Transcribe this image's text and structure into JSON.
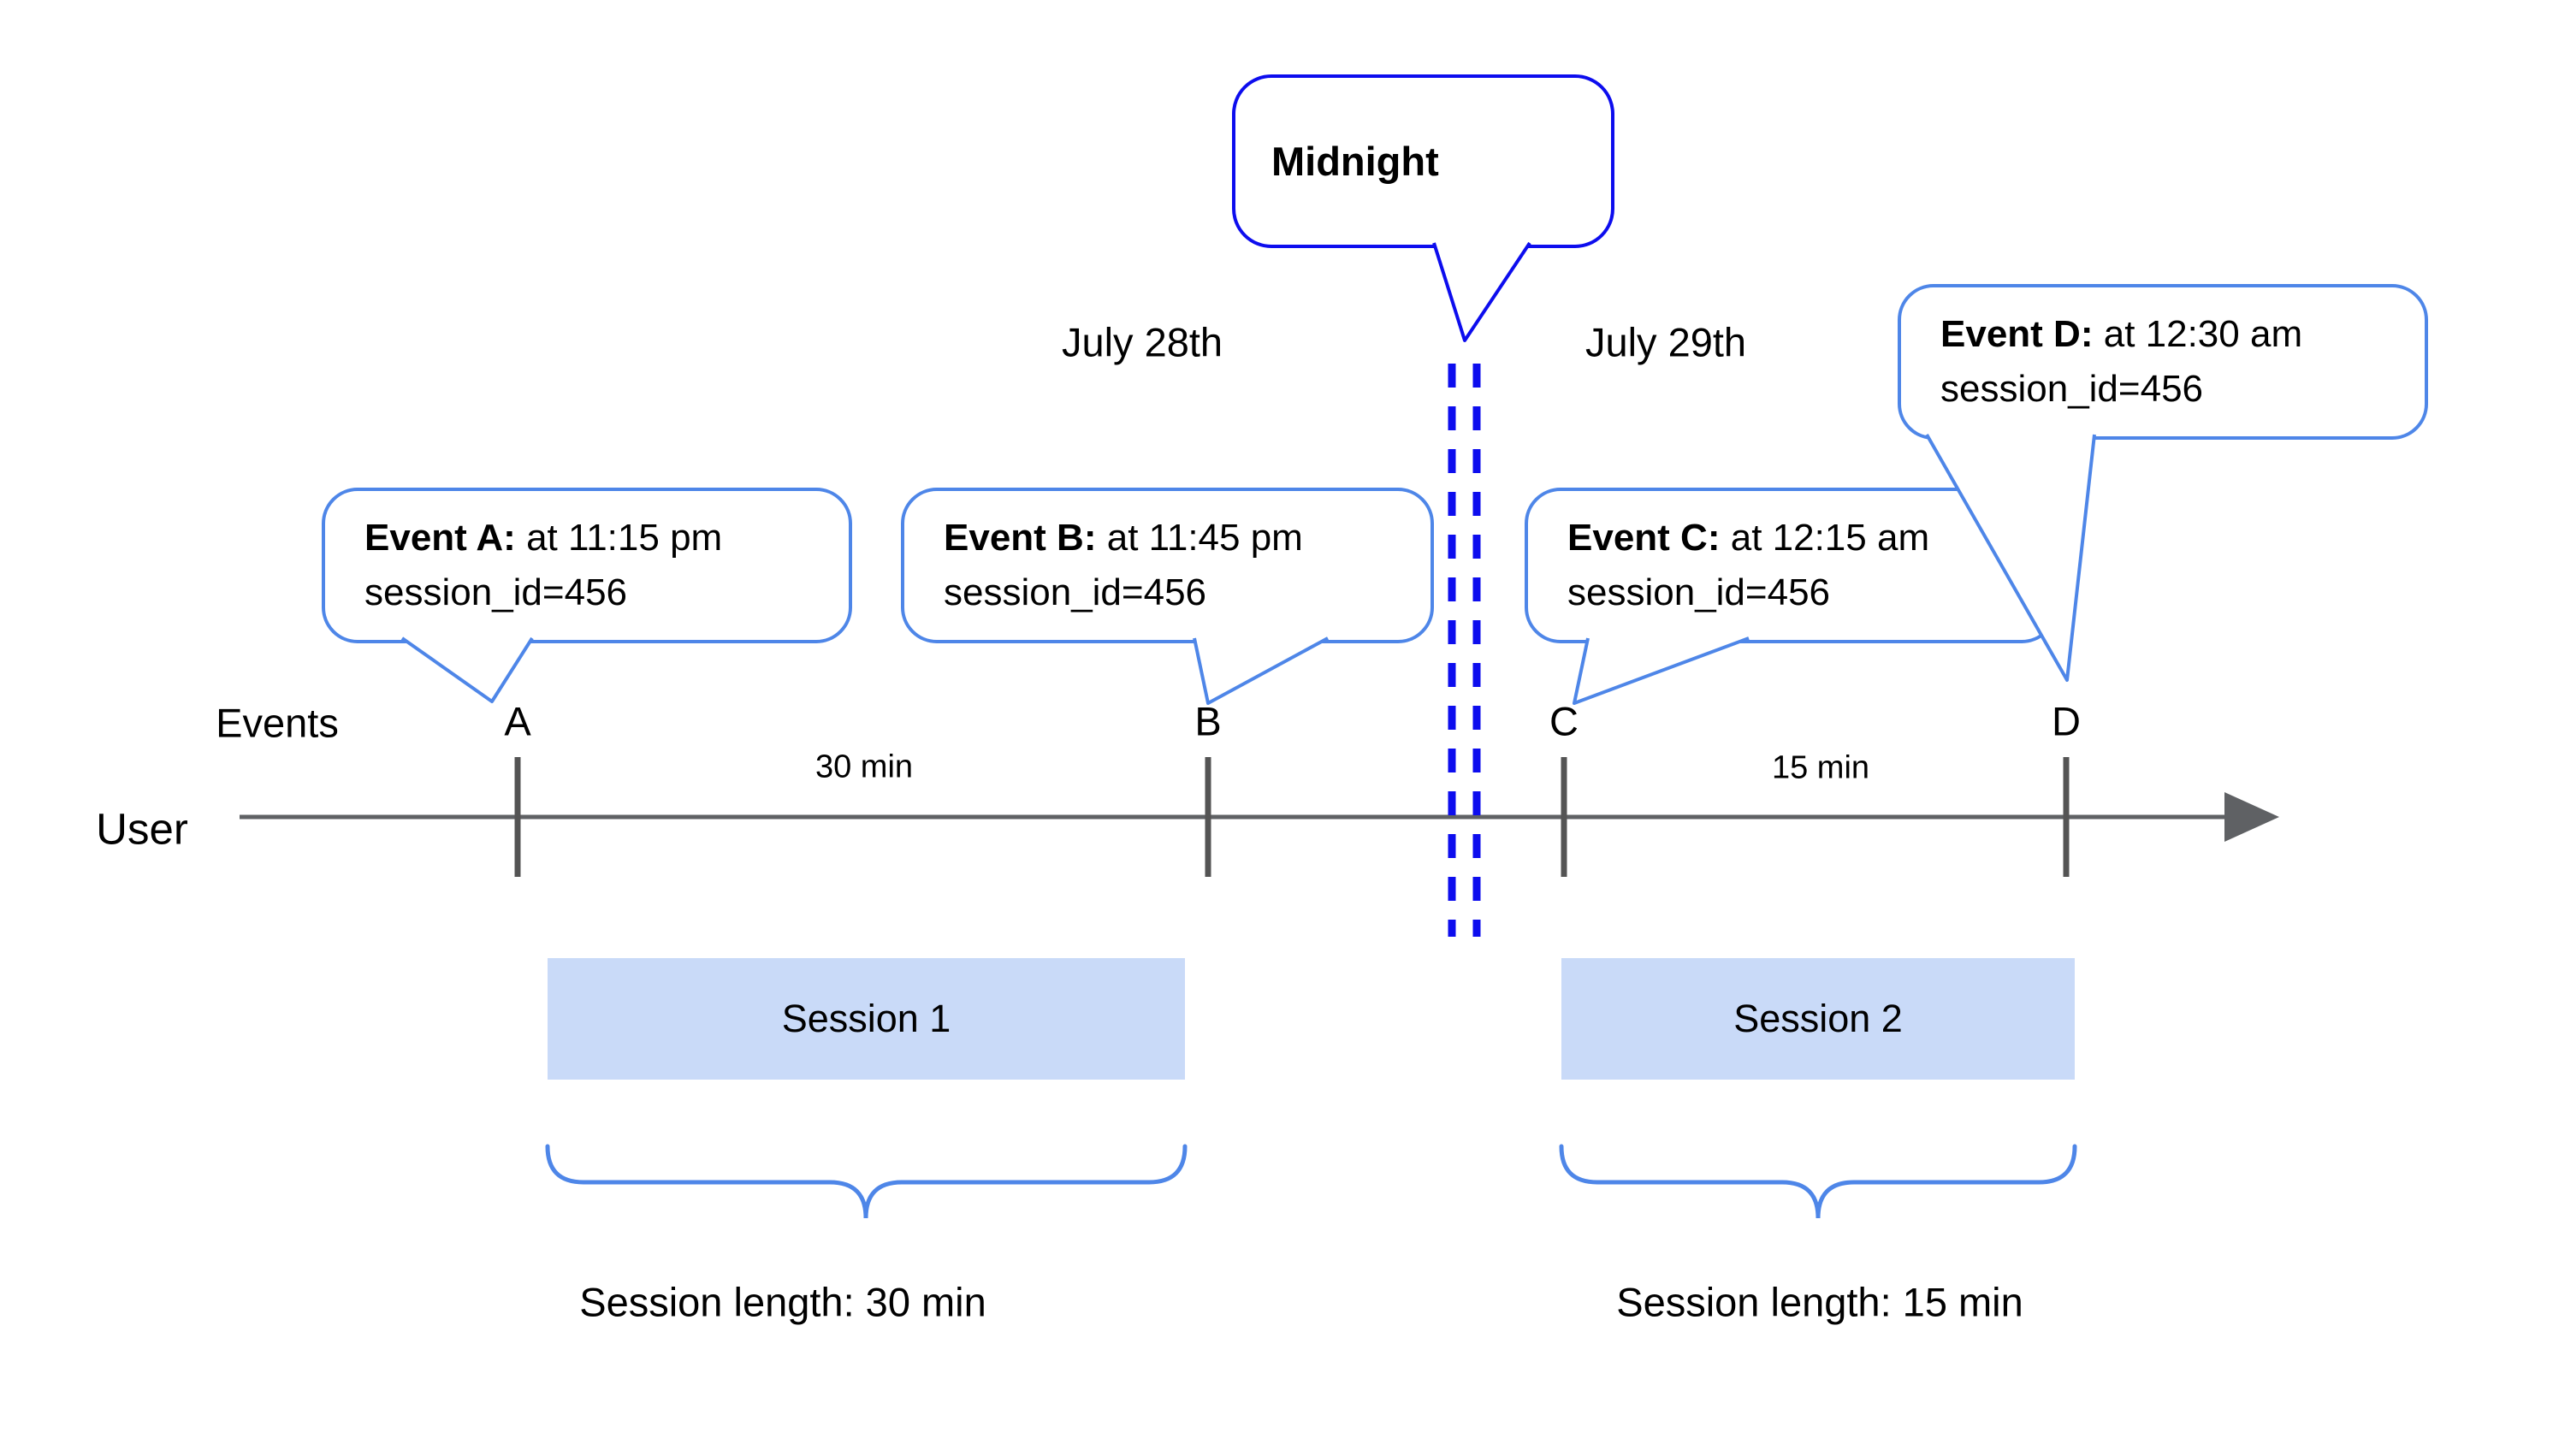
{
  "title": "Session definition timeline diagram",
  "palette": {
    "callout_border_blue": "#4e86e8",
    "midnight_blue": "#0d0dee",
    "timeline_gray": "#5f6164",
    "session_fill_blue": "#c9daf8",
    "text_black": "#000000"
  },
  "midnight_callout": {
    "label": "Midnight"
  },
  "dates": {
    "left": "July 28th",
    "right": "July 29th"
  },
  "events": [
    {
      "letter": "A",
      "name_label": "Event A:",
      "time_text": "at 11:15 pm",
      "session_text": "session_id=456"
    },
    {
      "letter": "B",
      "name_label": "Event B:",
      "time_text": "at 11:45 pm",
      "session_text": "session_id=456"
    },
    {
      "letter": "C",
      "name_label": "Event C:",
      "time_text": "at 12:15 am",
      "session_text": "session_id=456"
    },
    {
      "letter": "D",
      "name_label": "Event D:",
      "time_text": "at 12:30 am",
      "session_text": "session_id=456"
    }
  ],
  "axis": {
    "events_label": "Events",
    "user_label": "User",
    "gap_labels": [
      "30 min",
      "15 min"
    ]
  },
  "sessions": [
    {
      "label": "Session 1",
      "length_label": "Session length: 30 min"
    },
    {
      "label": "Session 2",
      "length_label": "Session length: 15 min"
    }
  ]
}
